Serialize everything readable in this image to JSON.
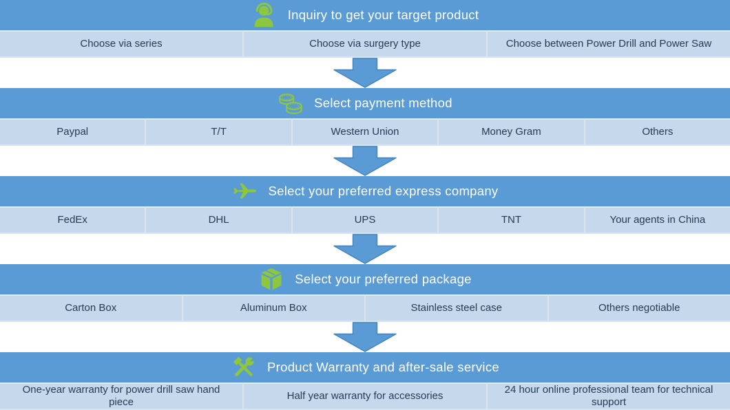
{
  "colors": {
    "header_bg": "#5b9bd5",
    "header_text": "#ffffff",
    "row_bg": "#c6d9ec",
    "row_text": "#243b55",
    "row_divider": "#d9e4f3",
    "arrow_fill": "#5b9bd5",
    "arrow_border": "#4281bd",
    "icon_green": "#8dc63f"
  },
  "sections": [
    {
      "icon": "support-agent-icon",
      "title": "Inquiry to get your target product",
      "items": [
        "Choose via series",
        "Choose via surgery type",
        "Choose between Power Drill and Power Saw"
      ]
    },
    {
      "icon": "coins-icon",
      "title": "Select payment method",
      "items": [
        "Paypal",
        "T/T",
        "Western Union",
        "Money Gram",
        "Others"
      ]
    },
    {
      "icon": "airplane-icon",
      "title": "Select your preferred express company",
      "items": [
        "FedEx",
        "DHL",
        "UPS",
        "TNT",
        "Your agents in China"
      ]
    },
    {
      "icon": "package-box-icon",
      "title": "Select your preferred package",
      "items": [
        "Carton Box",
        "Aluminum Box",
        "Stainless steel case",
        "Others negotiable"
      ]
    },
    {
      "icon": "repair-tools-icon",
      "title": "Product Warranty and after-sale service",
      "items": [
        "One-year warranty for power drill saw hand piece",
        "Half year warranty for accessories",
        "24 hour online professional team for technical support"
      ]
    }
  ]
}
